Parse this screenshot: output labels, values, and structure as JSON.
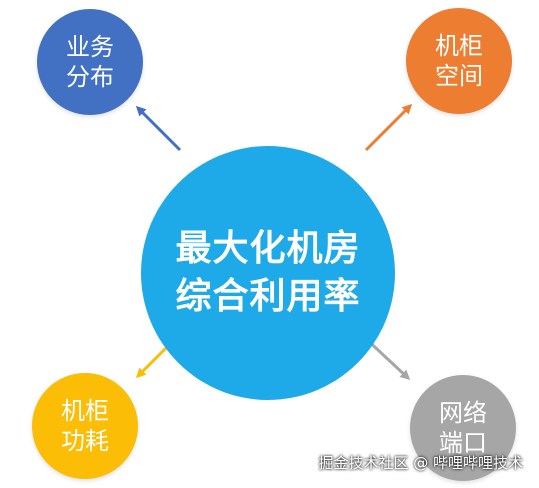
{
  "center": {
    "line1": "最大化机房",
    "line2": "综合利用率",
    "color": "#1ea9e8"
  },
  "nodes": {
    "top_left": {
      "line1": "业务",
      "line2": "分布",
      "color": "#4271c4",
      "arrow_color": "#4271c4"
    },
    "top_right": {
      "line1": "机柜",
      "line2": "空间",
      "color": "#ed7d31",
      "arrow_color": "#ed7d31"
    },
    "bottom_left": {
      "line1": "机柜",
      "line2": "功耗",
      "color": "#fbbd05",
      "arrow_color": "#fbbd05"
    },
    "bottom_right": {
      "line1": "网络",
      "line2": "端口",
      "color": "#a6a6a6",
      "arrow_color": "#a6a6a6"
    }
  },
  "watermark": "掘金技术社区 @ 哔哩哔哩技术"
}
